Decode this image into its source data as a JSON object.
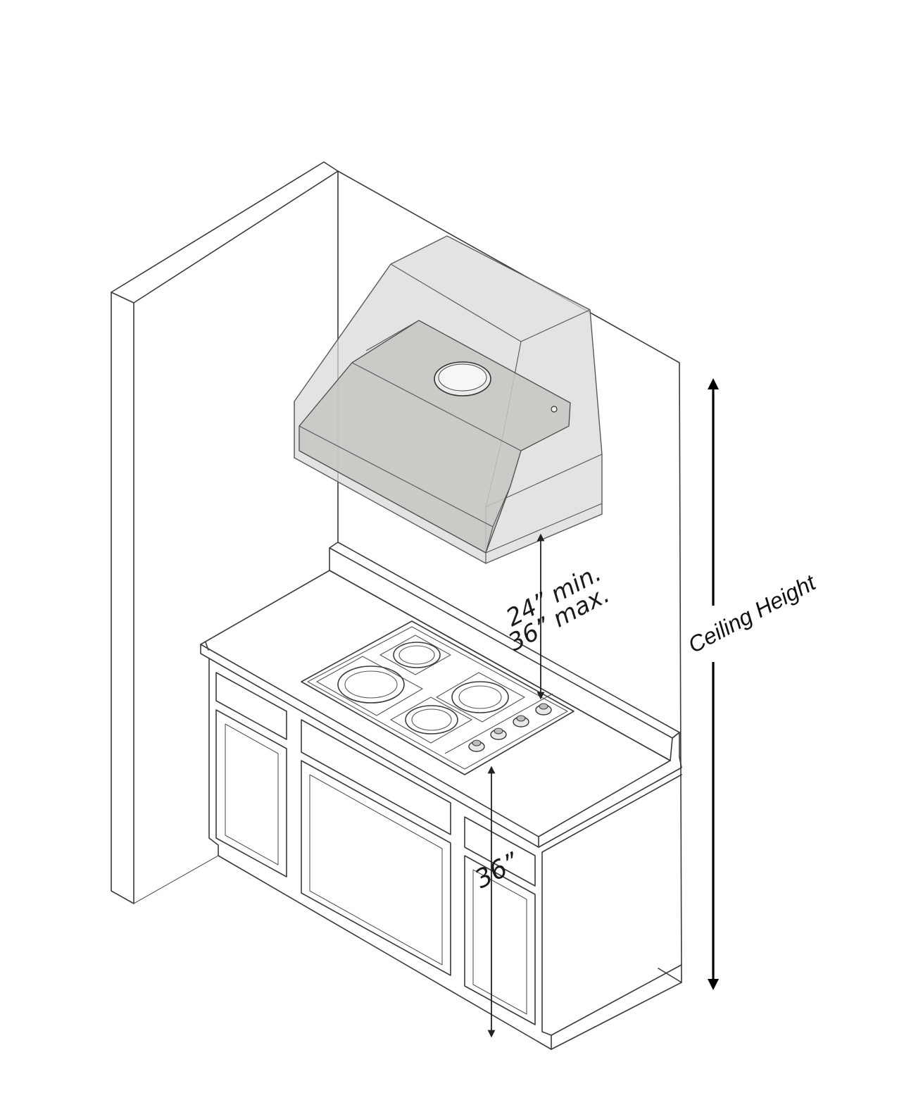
{
  "diagram": {
    "labels": {
      "clearance_min": "24” min.",
      "clearance_max": "36” max.",
      "counter_height": "36”",
      "ceiling_height": "Ceiling Height"
    },
    "colors": {
      "line": "#3a3a3a",
      "hood_fill": "#d6d6d6",
      "hood_inner_fill": "#c9c7c4",
      "arrow": "#000000",
      "background": "#ffffff"
    },
    "icons": {
      "dimension_arrow": "double-headed-arrow-icon"
    }
  }
}
